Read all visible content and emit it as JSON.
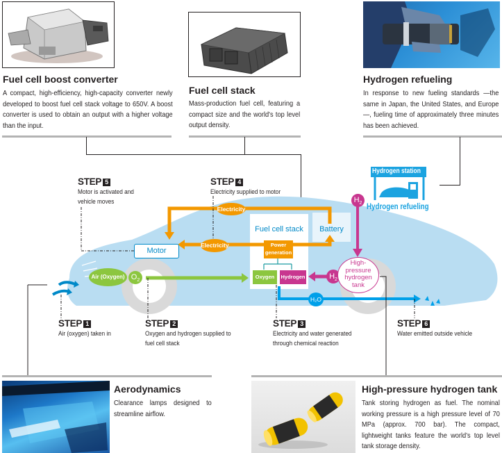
{
  "top_panels": [
    {
      "id": "boost-converter",
      "title": "Fuel cell boost converter",
      "description": "A compact, high-efficiency, high-capacity converter newly developed to boost fuel cell stack voltage to 650V. A boost converter is used to obtain an output with a higher voltage than the input.",
      "image": "boost-converter-photo"
    },
    {
      "id": "fuel-cell-stack",
      "title": "Fuel cell stack",
      "description": "Mass-production fuel cell, featuring a compact size and the world's top level output density.",
      "image": "fuel-cell-stack-photo"
    },
    {
      "id": "hydrogen-refueling",
      "title": "Hydrogen refueling",
      "description": "In response to new fueling standards —the same in Japan, the United States, and Europe—, fueling time of approximately three minutes has been achieved.",
      "image": "refueling-nozzle-photo"
    }
  ],
  "bottom_panels": [
    {
      "id": "aerodynamics",
      "title": "Aerodynamics",
      "description": "Clearance lamps designed to streamline airflow.",
      "image": "clearance-lamp-photo"
    },
    {
      "id": "hydrogen-tank",
      "title": "High-pressure hydrogen tank",
      "description": "Tank storing hydrogen as fuel. The nominal working pressure is a high pressure level of 70 MPa (approx. 700 bar). The compact, lightweight tanks feature the world’s top level tank storage density.",
      "image": "hydrogen-tanks-photo"
    }
  ],
  "steps": [
    {
      "label": "STEP",
      "number": "1",
      "description_lines": [
        "Air (oxygen) taken in"
      ]
    },
    {
      "label": "STEP",
      "number": "2",
      "description_lines": [
        "Oxygen and hydrogen supplied to",
        "fuel cell stack"
      ]
    },
    {
      "label": "STEP",
      "number": "3",
      "description_lines": [
        "Electricity and water generated",
        "through chemical reaction"
      ]
    },
    {
      "label": "STEP",
      "number": "4",
      "description_lines": [
        "Electricity supplied to motor"
      ]
    },
    {
      "label": "STEP",
      "number": "5",
      "description_lines": [
        "Motor is activated and",
        "vehicle moves"
      ]
    },
    {
      "label": "STEP",
      "number": "6",
      "description_lines": [
        "Water emitted outside vehicle"
      ]
    }
  ],
  "diagram": {
    "motor": "Motor",
    "fuel_cell_stack": "Fuel cell stack",
    "battery": "Battery",
    "power_generation_line1": "Power",
    "power_generation_line2": "generation",
    "oxygen": "Oxygen",
    "hydrogen": "Hydrogen",
    "electricity_top": "Electricity",
    "electricity_mid": "Electricity",
    "air_oxygen": "Air (Oxygen)",
    "o2": "O",
    "o2_sub": "2",
    "h2_left": "H",
    "h2_left_sub": "2",
    "h2_top": "H",
    "h2_top_sub": "2",
    "h2o": "H₂O",
    "tank_lines": [
      "High-",
      "pressure",
      "hydrogen",
      "tank"
    ],
    "hydrogen_station": "Hydrogen station",
    "hydrogen_refueling": "Hydrogen refueling"
  },
  "colors": {
    "car_body": "#b9ddf2",
    "electricity": "#f39800",
    "oxygen": "#8cc63f",
    "hydrogen": "#c8368f",
    "water": "#00a0e9",
    "text_blue": "#0089c8",
    "rule_gray": "#b3b3b3",
    "wheel_gray": "#d9d9d9"
  }
}
